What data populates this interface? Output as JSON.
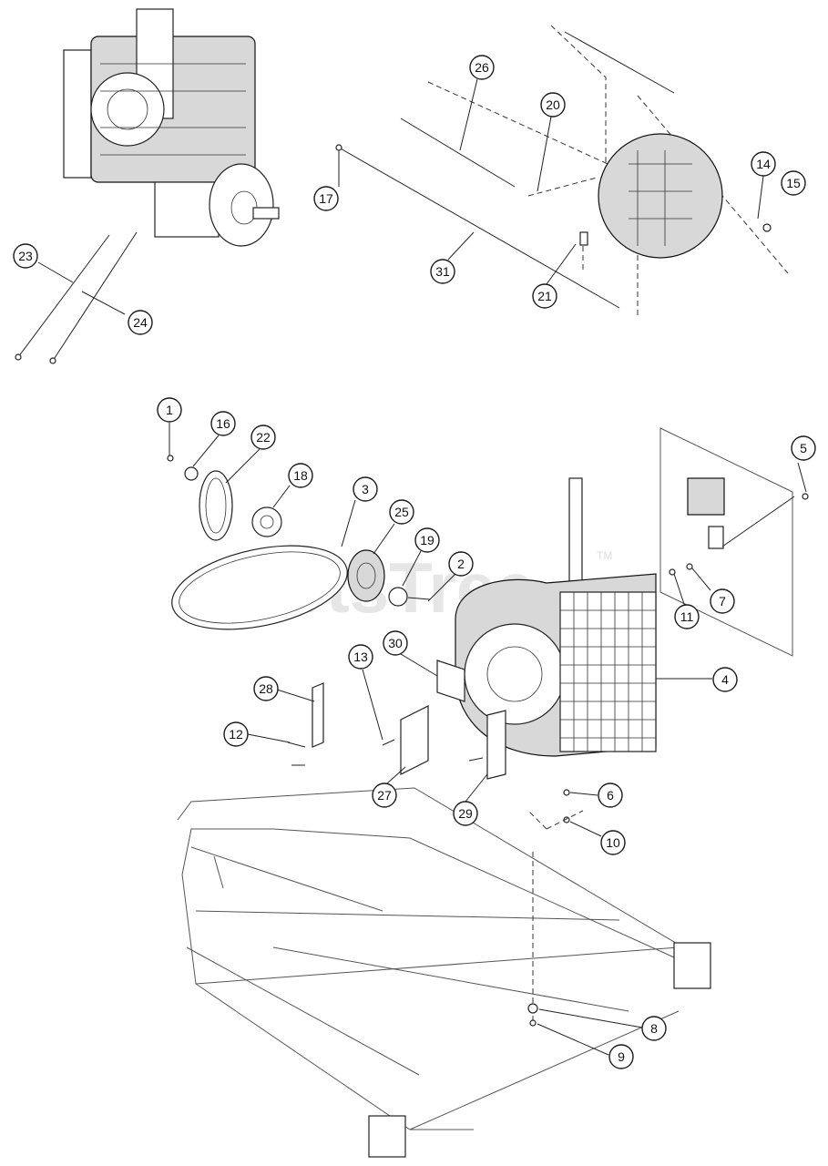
{
  "watermark": {
    "text": "PartsTree",
    "trademark": "TM"
  },
  "callouts": [
    {
      "label": "26"
    },
    {
      "label": "20"
    },
    {
      "label": "17"
    },
    {
      "label": "14"
    },
    {
      "label": "15"
    },
    {
      "label": "31"
    },
    {
      "label": "21"
    },
    {
      "label": "23"
    },
    {
      "label": "24"
    },
    {
      "label": "1"
    },
    {
      "label": "16"
    },
    {
      "label": "22"
    },
    {
      "label": "18"
    },
    {
      "label": "3"
    },
    {
      "label": "25"
    },
    {
      "label": "19"
    },
    {
      "label": "2"
    },
    {
      "label": "5"
    },
    {
      "label": "7"
    },
    {
      "label": "11"
    },
    {
      "label": "30"
    },
    {
      "label": "13"
    },
    {
      "label": "28"
    },
    {
      "label": "4"
    },
    {
      "label": "12"
    },
    {
      "label": "27"
    },
    {
      "label": "29"
    },
    {
      "label": "6"
    },
    {
      "label": "10"
    },
    {
      "label": "8"
    },
    {
      "label": "9"
    }
  ]
}
